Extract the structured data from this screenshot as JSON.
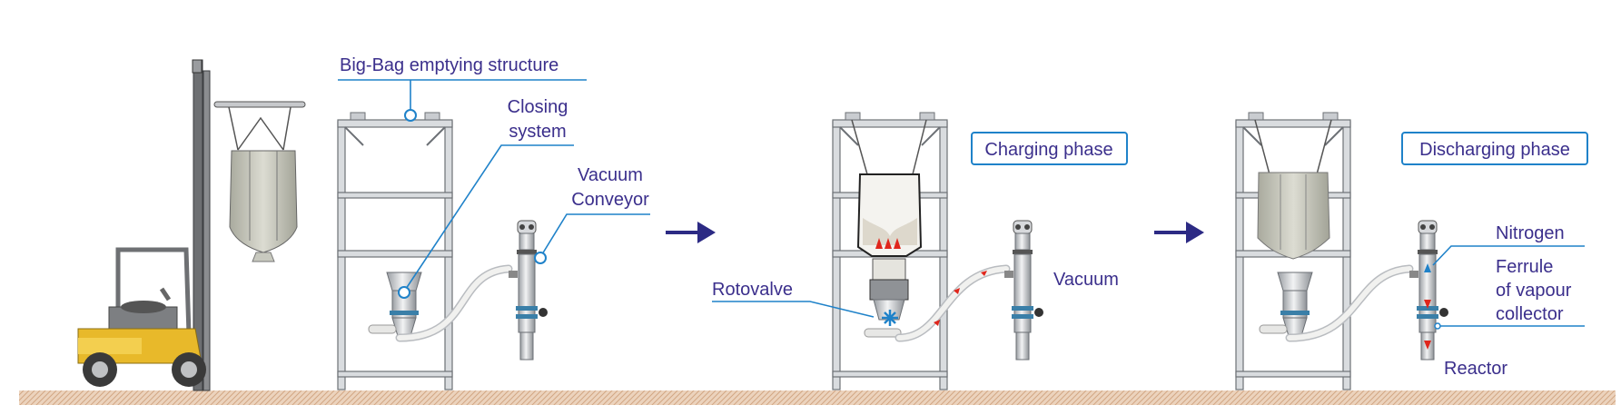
{
  "labels": {
    "big_bag_structure": "Big-Bag emptying structure",
    "closing_system_line1": "Closing",
    "closing_system_line2": "system",
    "vacuum_conveyor_line1": "Vacuum",
    "vacuum_conveyor_line2": "Conveyor",
    "charging_phase": "Charging phase",
    "rotovalve": "Rotovalve",
    "vacuum": "Vacuum",
    "discharging_phase": "Discharging phase",
    "nitrogen": "Nitrogen",
    "ferrule_line1": "Ferrule",
    "ferrule_line2": "of vapour",
    "ferrule_line3": "collector",
    "reactor": "Reactor"
  },
  "colors": {
    "text": "#3b2f8c",
    "leader_lines": "#1f82c9",
    "flow_arrows": "#e0261c",
    "forklift": "#e8b92a",
    "ground": "#e9cdb4"
  }
}
